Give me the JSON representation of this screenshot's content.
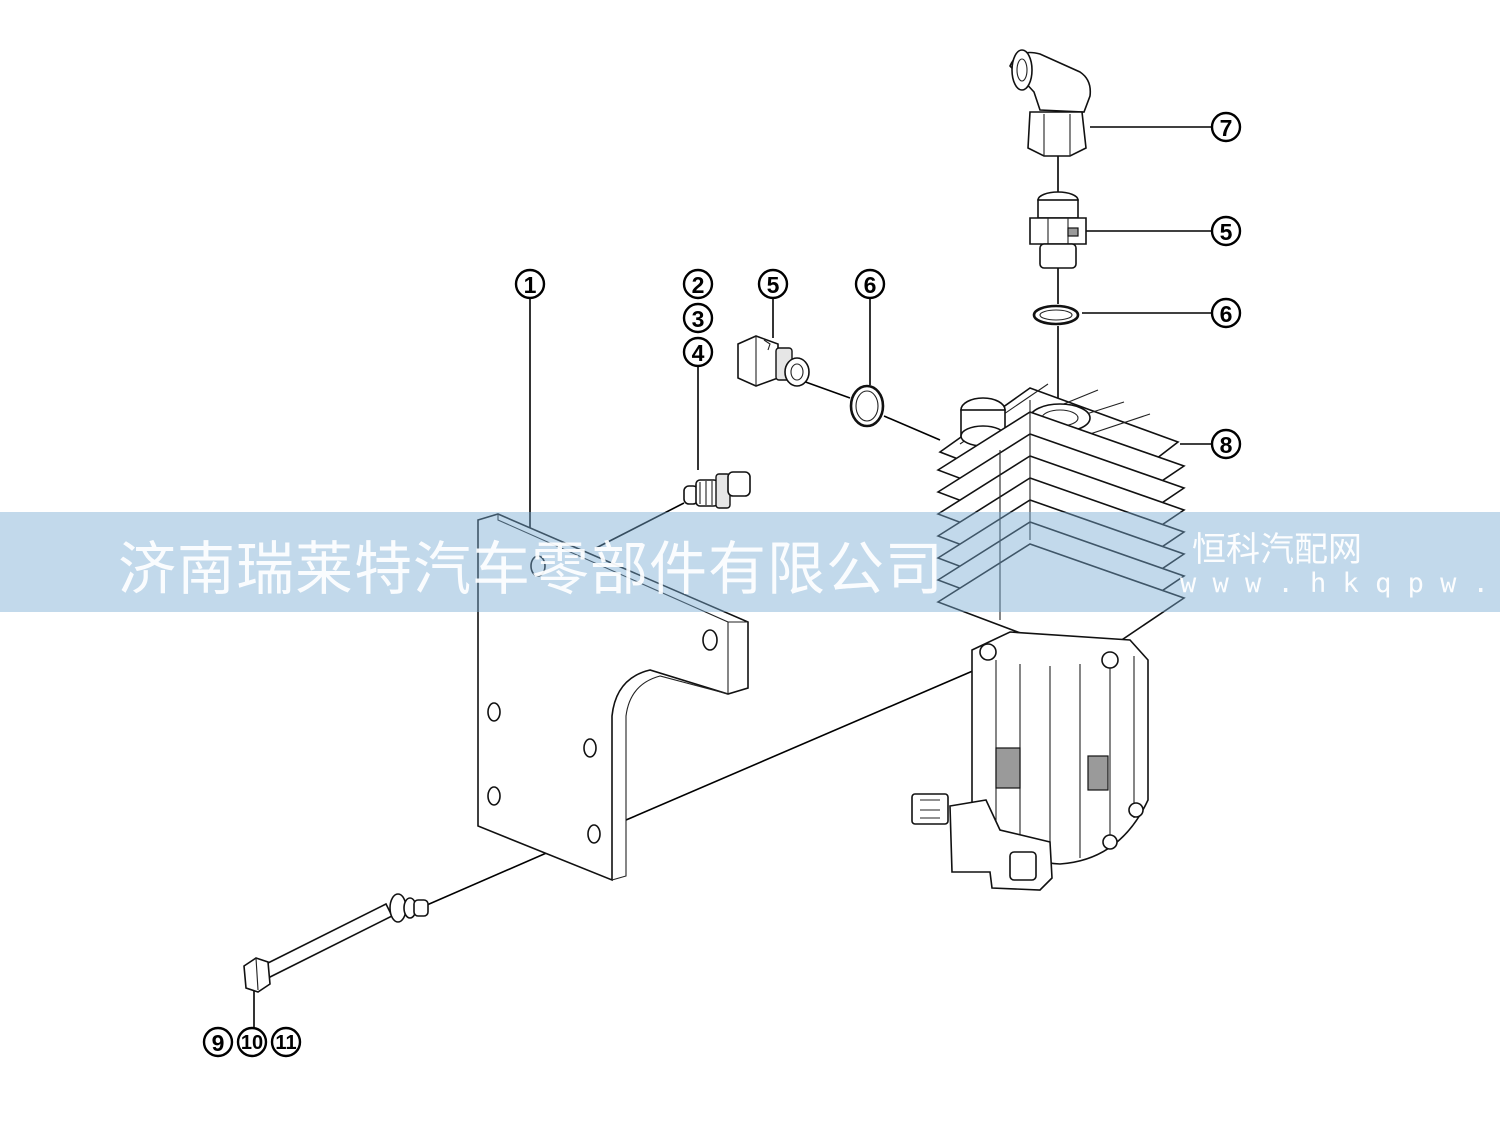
{
  "callouts": {
    "c1": "1",
    "c2": "2",
    "c3": "3",
    "c4": "4",
    "c5a": "5",
    "c6a": "6",
    "c7": "7",
    "c5b": "5",
    "c6b": "6",
    "c8": "8",
    "c9": "9",
    "c10": "10",
    "c11": "11"
  },
  "watermark": {
    "company": "济南瑞莱特汽车零部件有限公司",
    "brand": "恒科汽配网",
    "url": "www.hkqpw.cn"
  },
  "colors": {
    "banner": "#78aad2",
    "line": "#000000"
  }
}
